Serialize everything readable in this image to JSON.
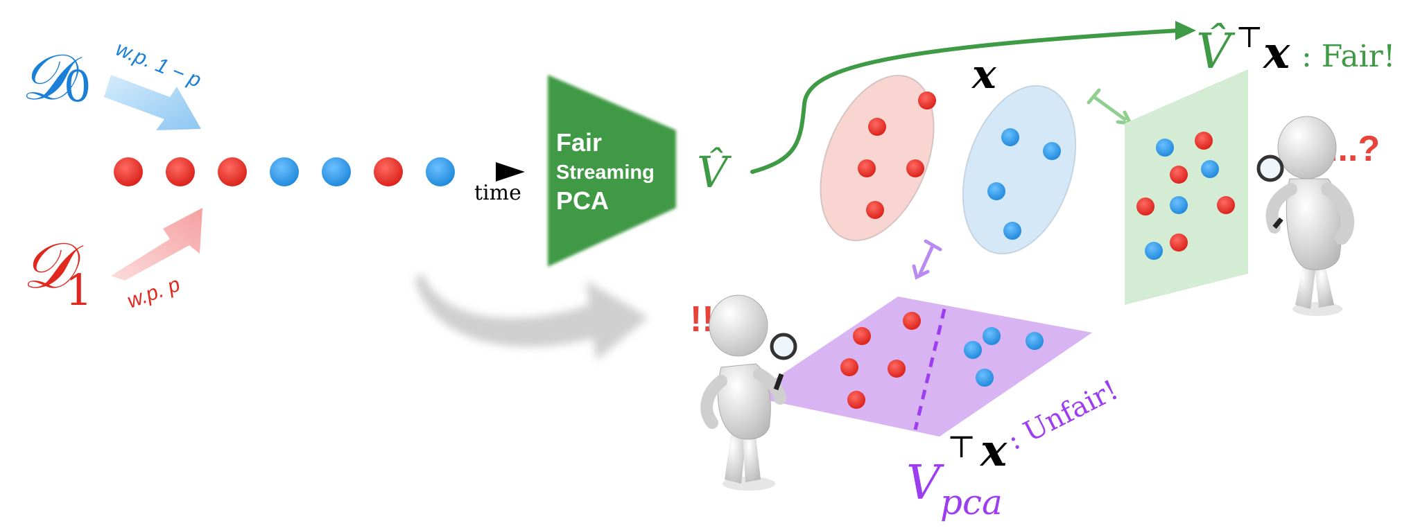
{
  "streams": {
    "d0": {
      "label": "𝒟",
      "sub": "0",
      "prob": "w.p.  1 − p",
      "color": "#1a7fd6"
    },
    "d1": {
      "label": "𝒟",
      "sub": "1",
      "prob": "w.p. p",
      "color": "#e0281e"
    }
  },
  "timeline": {
    "axis_label": "time",
    "points": [
      "red",
      "red",
      "red",
      "blue",
      "blue",
      "red",
      "blue"
    ]
  },
  "algorithm": {
    "line1": "Fair",
    "line2": "Streaming",
    "line3": "PCA",
    "color": "#3f9a45"
  },
  "estimate": {
    "symbol": "V̂"
  },
  "data_cloud": {
    "symbol": "x"
  },
  "fair_projection": {
    "v": "V̂",
    "sup": "⊤",
    "x": "x",
    "verdict": ": Fair!",
    "observer_reaction": "...?"
  },
  "unfair_projection": {
    "v": "V",
    "sub": "pca",
    "sup": "⊤",
    "x": "x",
    "verdict": ": Unfair!",
    "observer_reaction": "!!"
  },
  "colors": {
    "red_point": "#e8302a",
    "blue_point": "#2e9bea",
    "fair_panel": "#d3ecd3",
    "unfair_panel": "#d8b4f3",
    "unfair_text": "#9c3df0",
    "red_ellipse": "#f9d5d2",
    "blue_ellipse": "#d5e8f8"
  }
}
